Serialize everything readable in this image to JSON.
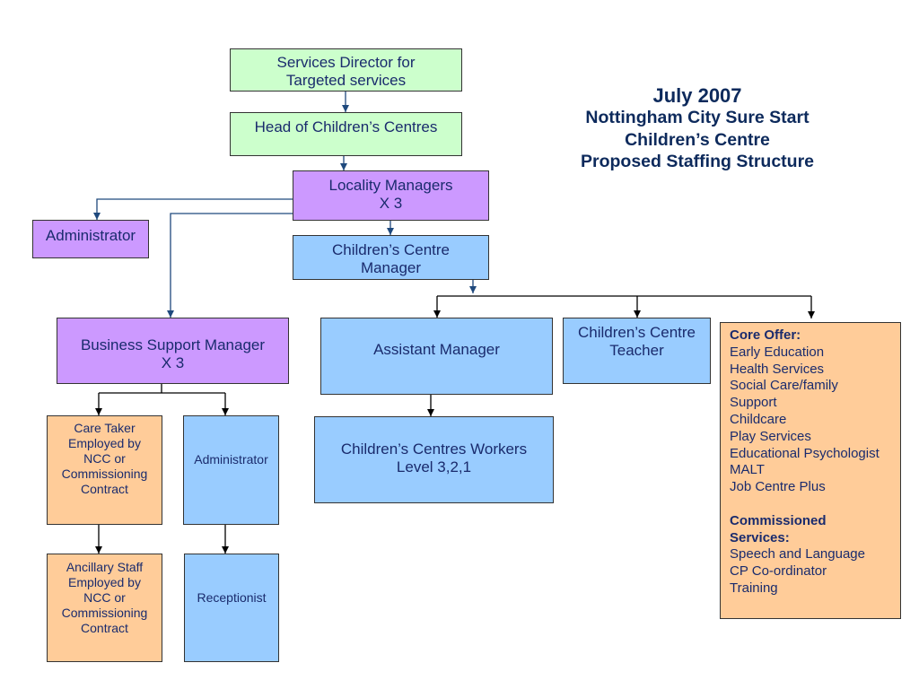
{
  "title": {
    "date": "July 2007",
    "line1": "Nottingham City Sure Start",
    "line2": "Children’s Centre",
    "line3": "Proposed Staffing Structure"
  },
  "roles": {
    "services_director": [
      "Services Director for",
      "Targeted services"
    ],
    "head_of_centres": [
      "Head of Children’s Centres"
    ],
    "locality_managers": [
      "Locality Managers",
      "X 3"
    ],
    "administrator_locality": [
      "Administrator"
    ],
    "centre_manager": [
      "Children’s Centre",
      "Manager"
    ],
    "business_support_manager": [
      "Business Support Manager",
      "X 3"
    ],
    "assistant_manager": [
      "Assistant Manager"
    ],
    "centre_teacher": [
      "Children’s Centre",
      "Teacher"
    ],
    "care_taker": [
      "Care Taker",
      "Employed by",
      "NCC or",
      "Commissioning",
      "Contract"
    ],
    "administrator_support": [
      "Administrator"
    ],
    "centres_workers": [
      "Children’s Centres Workers",
      "Level 3,2,1"
    ],
    "ancillary_staff": [
      "Ancillary Staff",
      "Employed by",
      "NCC or",
      "Commissioning",
      "Contract"
    ],
    "receptionist": [
      "Receptionist"
    ]
  },
  "core_offer": {
    "heading": "Core Offer:",
    "items": [
      "Early Education",
      "Health Services",
      "Social Care/family",
      "Support",
      "Childcare",
      "Play Services",
      "Educational Psychologist",
      "MALT",
      "Job Centre Plus"
    ],
    "commissioned_heading": [
      "Commissioned",
      "Services:"
    ],
    "commissioned_items": [
      "Speech and Language",
      "CP Co-ordinator",
      "Training"
    ]
  },
  "colors": {
    "box_green": "#ccffcc",
    "box_purple": "#cc99ff",
    "box_blue": "#99ccff",
    "box_orange": "#ffcc99",
    "box_text": "#1a2b6d",
    "title_text": "#0d2a5c",
    "connector_blue": "#1f497d",
    "connector_black": "#000000"
  }
}
